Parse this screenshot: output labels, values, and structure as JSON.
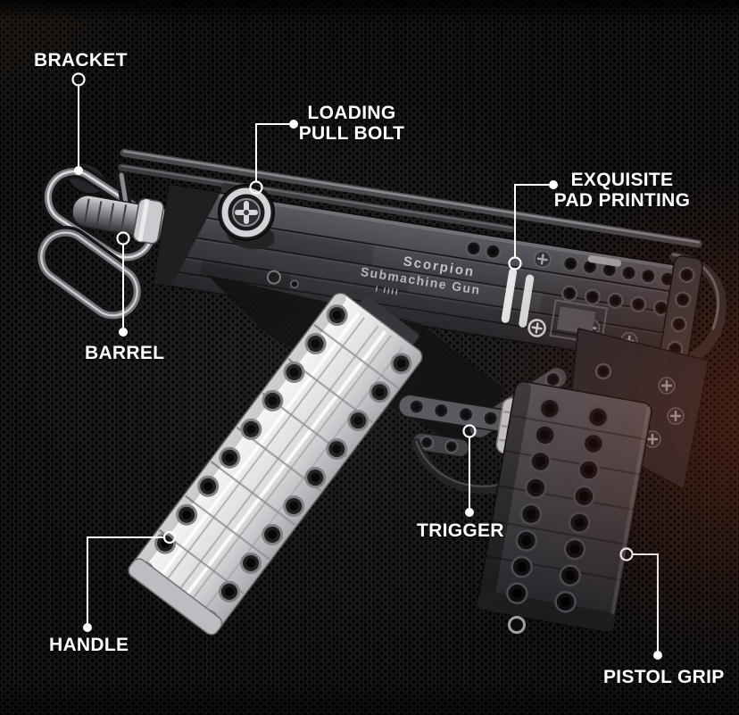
{
  "scene": {
    "description": "Building-block Scorpion submachine gun product photo with labeled parts callouts"
  },
  "product_markings": {
    "print_line1": "Scorpion",
    "print_line2": "Submachine Gun",
    "tick_marks": "I IIII"
  },
  "callouts": {
    "bracket": {
      "label": "BRACKET"
    },
    "loading_pull_bolt": {
      "label": "LOADING\nPULL BOLT"
    },
    "exquisite_pad_printing": {
      "label": "EXQUISITE\nPAD PRINTING"
    },
    "barrel": {
      "label": "BARREL"
    },
    "trigger": {
      "label": "TRIGGER"
    },
    "handle": {
      "label": "HANDLE"
    },
    "pistol_grip": {
      "label": "PISTOL GRIP"
    }
  },
  "colors": {
    "background": "#0d0d0d",
    "label_text": "#ffffff",
    "leader_line": "#ffffff",
    "magazine_silver": "#e8e8ea",
    "receiver_gray": "#3a3a3f",
    "grip_gray": "#3c3c42",
    "right_edge_tint": "#8c3a1c"
  }
}
